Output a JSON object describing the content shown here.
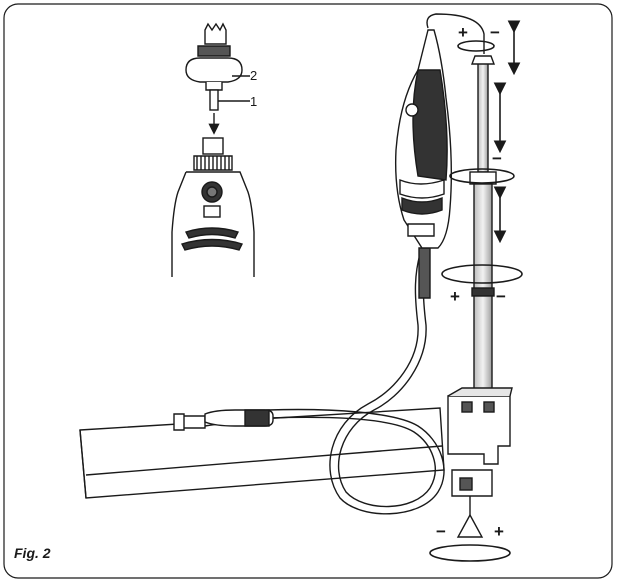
{
  "figure": {
    "caption": "Fig. 2",
    "callouts": {
      "one": "1",
      "two": "2"
    },
    "signs": {
      "plus": "+",
      "minus": "−"
    }
  },
  "colors": {
    "line": "#1a1a1a",
    "grey": "#9a9a9a",
    "dark": "#333333",
    "light": "#e6e6e6"
  }
}
